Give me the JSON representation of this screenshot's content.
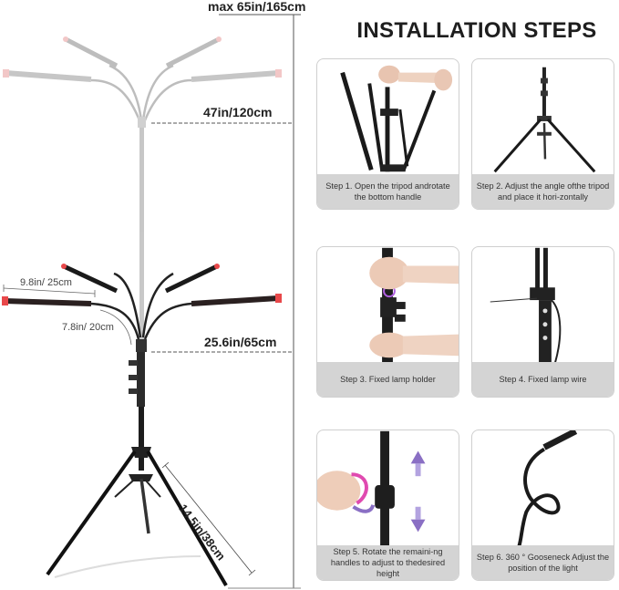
{
  "dimensions": {
    "max_height": "max 65in/165cm",
    "upper_height": "47in/120cm",
    "lower_height": "25.6in/65cm",
    "lamp_length": "9.8in/ 25cm",
    "gooseneck_length": "7.8in/ 20cm",
    "leg_length": "14.5in/38cm"
  },
  "section_title": "INSTALLATION STEPS",
  "steps": [
    {
      "caption": "Step 1. Open the tripod androtate the bottom handle",
      "image": "tripod-opening-photo"
    },
    {
      "caption": "Step 2. Adjust the angle ofthe tripod and place it hori-zontally",
      "image": "tripod-standing-photo"
    },
    {
      "caption": "Step 3. Fixed lamp holder",
      "image": "lamp-holder-photo"
    },
    {
      "caption": "Step  4. Fixed lamp wire",
      "image": "lamp-wire-photo"
    },
    {
      "caption": "Step 5. Rotate the remaini-ng handles to adjust to thedesired height",
      "image": "height-handle-photo"
    },
    {
      "caption": "Step 6. 360 ° Gooseneck Adjust the position of the light",
      "image": "gooseneck-photo"
    }
  ],
  "colors": {
    "lamp_tip": "#e8484a",
    "arrow_purple": "#8a6fc4",
    "handle_pink": "#e04ab0",
    "caption_bg": "#d4d4d4"
  }
}
